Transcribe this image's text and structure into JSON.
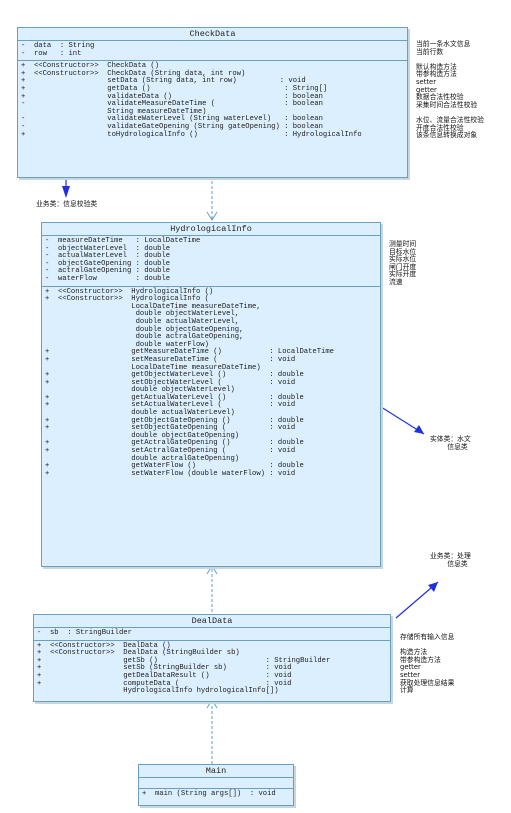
{
  "check_data": {
    "title": "CheckData",
    "attributes": "-  data  : String\n-  row   : int",
    "operations": "+  <<Constructor>>  CheckData ()\n+  <<Constructor>>  CheckData (String data, int row)\n+                   setData (String data, int row)          : void\n+                   getData ()                               : String[]\n+                   validateData ()                          : boolean\n-                   validateMeasureDateTime (                : boolean\n                    String measureDateTime)\n-                   validateWaterLevel (String waterLevel)   : boolean\n-                   validateGateOpening (String gateOpening) : boolean\n+                   toHydrologicalInfo ()                    : HydrologicalInfo",
    "notes": "当前一条水文信息\n当前行数\n\n默认构造方法\n带参构造方法\nsetter\ngetter\n数据合法性校验\n采集时间合法性校验\n\n水位、流量合法性校验\n开度合法性校验\n该条信息转换成对象"
  },
  "hydro_info": {
    "title": "HydrologicalInfo",
    "attributes": "-  measureDateTime   : LocalDateTime\n-  objectWaterLevel  : double\n-  actualWaterLevel  : double\n-  objectGateOpening : double\n-  actralGateOpening : double\n-  waterFlow         : double",
    "operations": "+  <<Constructor>>  HydrologicalInfo ()\n+  <<Constructor>>  HydrologicalInfo (\n                    LocalDateTime measureDateTime,\n                     double objectWaterLevel,\n                     double actualWaterLevel,\n                     double objectGateOpening,\n                     double actralGateOpening,\n                     double waterFlow)\n+                   getMeasureDateTime ()           : LocalDateTime\n+                   setMeasureDateTime (            : void\n                    LocalDateTime measureDateTime)\n+                   getObjectWaterLevel ()          : double\n+                   setObjectWaterLevel (           : void\n                    double objectWaterLevel)\n+                   getActualWaterLevel ()          : double\n+                   setActualWaterLevel (           : void\n                    double actualWaterLevel)\n+                   getObjectGateOpening ()         : double\n+                   setObjectGateOpening (          : void\n                    double objectGateOpening)\n+                   getActralGateOpening ()         : double\n+                   setActralGateOpening (          : void\n                    double actralGateOpening)\n+                   getWaterFlow ()                 : double\n+                   setWaterFlow (double waterFlow) : void",
    "notes": "测量时间\n目标水位\n实际水位\n闸门开度\n实际开度\n流速"
  },
  "deal_data": {
    "title": "DealData",
    "attributes": "-  sb  : StringBuilder",
    "operations": "+  <<Constructor>>  DealData ()\n+  <<Constructor>>  DealData (StringBuilder sb)\n+                   getSb ()                         : StringBuilder\n+                   setSb (StringBuilder sb)         : void\n+                   getDealDataResult ()             : void\n+                   computeData (                    : void\n                    HydrologicalInfo hydrologicalInfo[])",
    "notes": "存储所有输入信息\n\n构造方法\n带参构造方法\ngetter\nsetter\n获取处理信息结果\n计算"
  },
  "main_class": {
    "title": "Main",
    "operations": "+  main (String args[])  : void"
  },
  "labels": {
    "check_business": "业务类：信息校验类",
    "entity": "实体类：水文\n        信息类",
    "deal_business": "业务类：处理\n        信息类"
  },
  "colors": {
    "class_fill": "#dcefff",
    "class_border": "#6a9fc4",
    "arrow": "#2030e0"
  }
}
